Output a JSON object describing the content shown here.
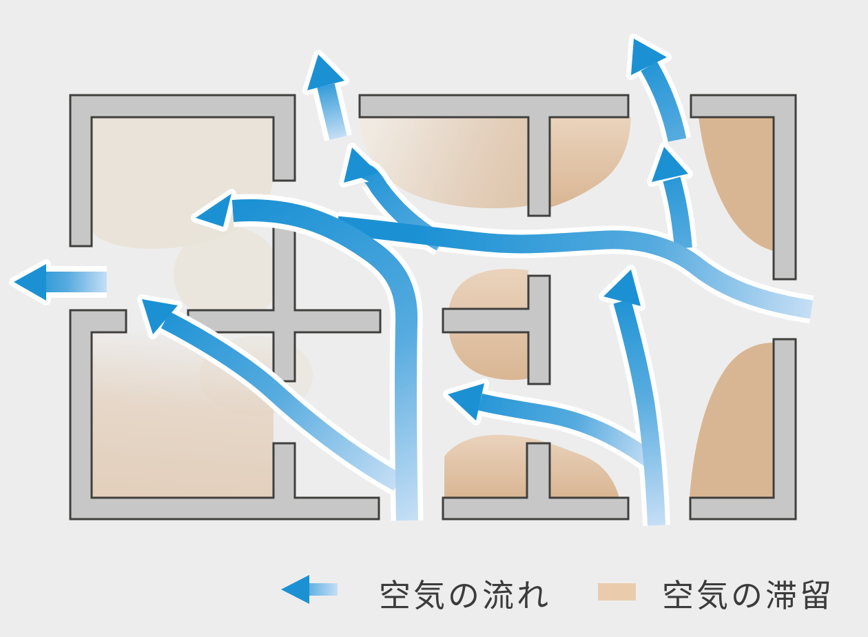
{
  "legend": {
    "flow_label": "空気の流れ",
    "stagnation_label": "空気の滞留"
  },
  "colors": {
    "background": "#ededed",
    "wall_fill": "#c7c7c7",
    "wall_outline": "#3f3f3d",
    "flow_blue_strong": "#1b91d4",
    "flow_blue_mid": "#56abdf",
    "flow_blue_light": "#c5def5",
    "stagnation_tan": "#d9b693",
    "stagnation_tan_light": "#ead3bd",
    "stagnation_soft": "#e3cfbb",
    "room_cream": "#e9e3d9",
    "legend_tan": "#eaccad",
    "text": "#3b3b3b"
  },
  "diagram": {
    "description": "Floor plan showing air flow paths (blue arrows) and zones of air stagnation (tan areas) around interior partition walls",
    "rooms": [
      {
        "name": "top-left-room"
      },
      {
        "name": "top-center-room"
      },
      {
        "name": "top-right-corner"
      },
      {
        "name": "center-cross-partition"
      },
      {
        "name": "center-right-partition"
      },
      {
        "name": "bottom-left-room"
      },
      {
        "name": "bottom-center-partition"
      },
      {
        "name": "bottom-right-corner"
      }
    ],
    "flow_arrows": [
      {
        "name": "exit-left",
        "direction": "left"
      },
      {
        "name": "main-riser-to-left",
        "direction": "up-then-left"
      },
      {
        "name": "cross-flow-from-right",
        "direction": "right-to-left"
      },
      {
        "name": "center-branch-up",
        "direction": "up"
      },
      {
        "name": "exit-top-left",
        "direction": "up"
      },
      {
        "name": "right-branch-up",
        "direction": "up"
      },
      {
        "name": "exit-top-right",
        "direction": "up"
      },
      {
        "name": "riser-bottom-right",
        "direction": "up-right"
      },
      {
        "name": "mid-leftward-flow",
        "direction": "left"
      },
      {
        "name": "bottom-left-room-flow",
        "direction": "up-left"
      }
    ],
    "stagnation_zones": [
      {
        "name": "beside-top-center-partition"
      },
      {
        "name": "top-right-corner"
      },
      {
        "name": "center-right-partition"
      },
      {
        "name": "bottom-center-partition"
      },
      {
        "name": "bottom-right-corner"
      },
      {
        "name": "bottom-left-room"
      }
    ]
  }
}
